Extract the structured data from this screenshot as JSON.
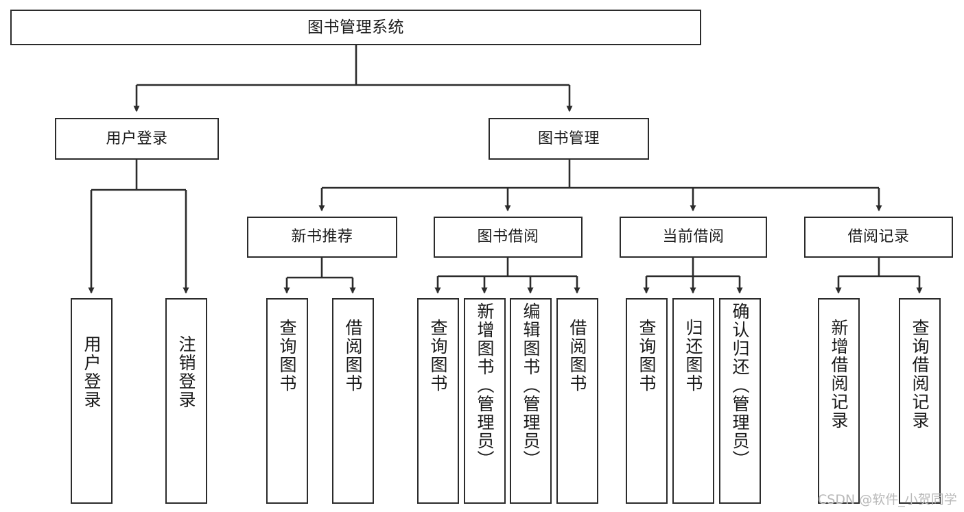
{
  "diagram": {
    "type": "tree",
    "title": "图书管理系统",
    "orientation": "top-down",
    "colors": {
      "box_border": "#2b2b2b",
      "box_fill": "#ffffff",
      "edge": "#2b2b2b",
      "text": "#1a1a1a",
      "watermark": "#b9b9b9",
      "background": "#ffffff"
    },
    "root": {
      "label": "图书管理系统"
    },
    "level1": [
      {
        "label": "用户登录"
      },
      {
        "label": "图书管理"
      }
    ],
    "level2": [
      {
        "label": "新书推荐"
      },
      {
        "label": "图书借阅"
      },
      {
        "label": "当前借阅"
      },
      {
        "label": "借阅记录"
      }
    ],
    "leaves": {
      "user_login": [
        {
          "label": "用户登录"
        },
        {
          "label": "注销登录"
        }
      ],
      "new_book_recommend": [
        {
          "label": "查询图书"
        },
        {
          "label": "借阅图书"
        }
      ],
      "book_borrow": [
        {
          "label": "查询图书"
        },
        {
          "label": "新增图书（管理员）"
        },
        {
          "label": "编辑图书（管理员）"
        },
        {
          "label": "借阅图书"
        }
      ],
      "current_borrow": [
        {
          "label": "查询图书"
        },
        {
          "label": "归还图书"
        },
        {
          "label": "确认归还（管理员）"
        }
      ],
      "borrow_record": [
        {
          "label": "新增借阅记录"
        },
        {
          "label": "查询借阅记录"
        }
      ]
    }
  },
  "watermark": {
    "text": "CSDN @软件_小贺同学"
  }
}
